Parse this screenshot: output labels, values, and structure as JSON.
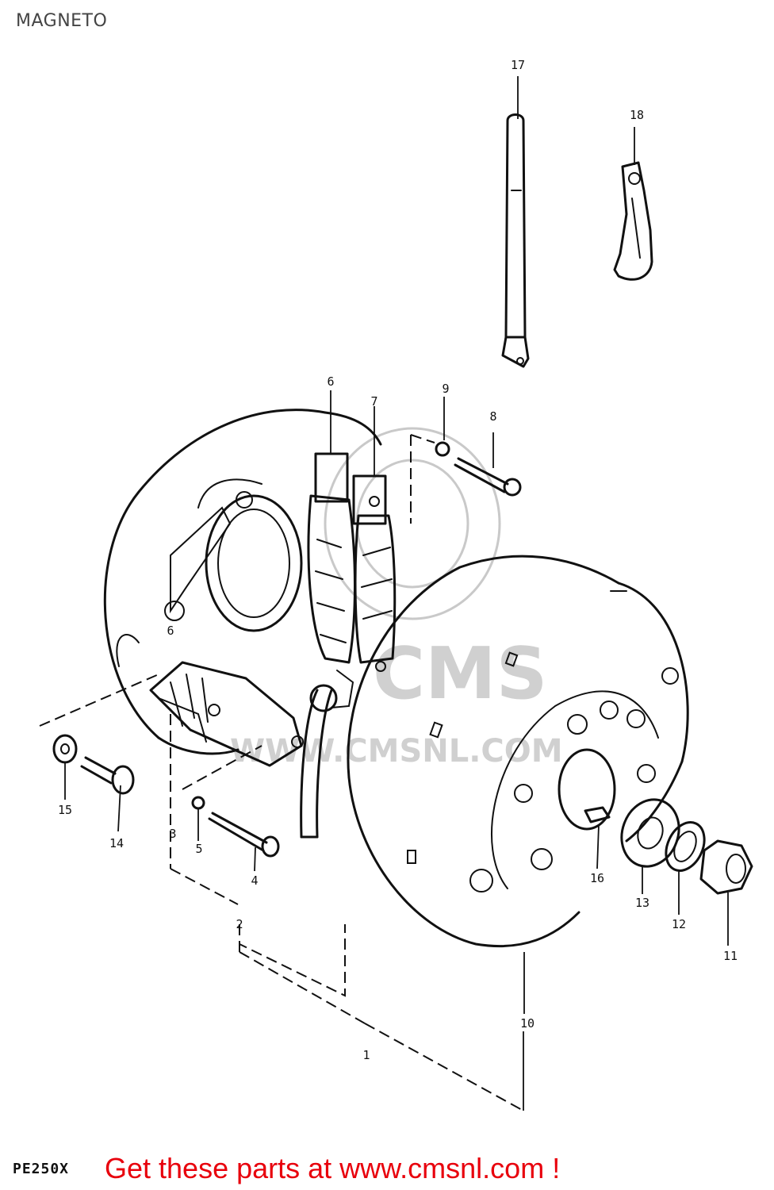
{
  "page": {
    "title": "MAGNETO",
    "model_code": "PE250X"
  },
  "footer": {
    "promo_text": "Get these parts at www.cmsnl.com !"
  },
  "watermark": {
    "brand": "CMS",
    "url": "WWW.CMSNL.COM"
  },
  "colors": {
    "promo": "#e8000c",
    "line": "#111111",
    "watermark": "#c9c9c9"
  },
  "callouts": [
    {
      "id": "c1",
      "label": "1"
    },
    {
      "id": "c2",
      "label": "2"
    },
    {
      "id": "c3",
      "label": "3"
    },
    {
      "id": "c4",
      "label": "4"
    },
    {
      "id": "c5",
      "label": "5"
    },
    {
      "id": "c6",
      "label": "6"
    },
    {
      "id": "c6b",
      "label": "6"
    },
    {
      "id": "c7",
      "label": "7"
    },
    {
      "id": "c8",
      "label": "8"
    },
    {
      "id": "c9",
      "label": "9"
    },
    {
      "id": "c10",
      "label": "10"
    },
    {
      "id": "c11",
      "label": "11"
    },
    {
      "id": "c12",
      "label": "12"
    },
    {
      "id": "c13",
      "label": "13"
    },
    {
      "id": "c14",
      "label": "14"
    },
    {
      "id": "c15",
      "label": "15"
    },
    {
      "id": "c16",
      "label": "16"
    },
    {
      "id": "c17",
      "label": "17"
    },
    {
      "id": "c18",
      "label": "18"
    }
  ]
}
